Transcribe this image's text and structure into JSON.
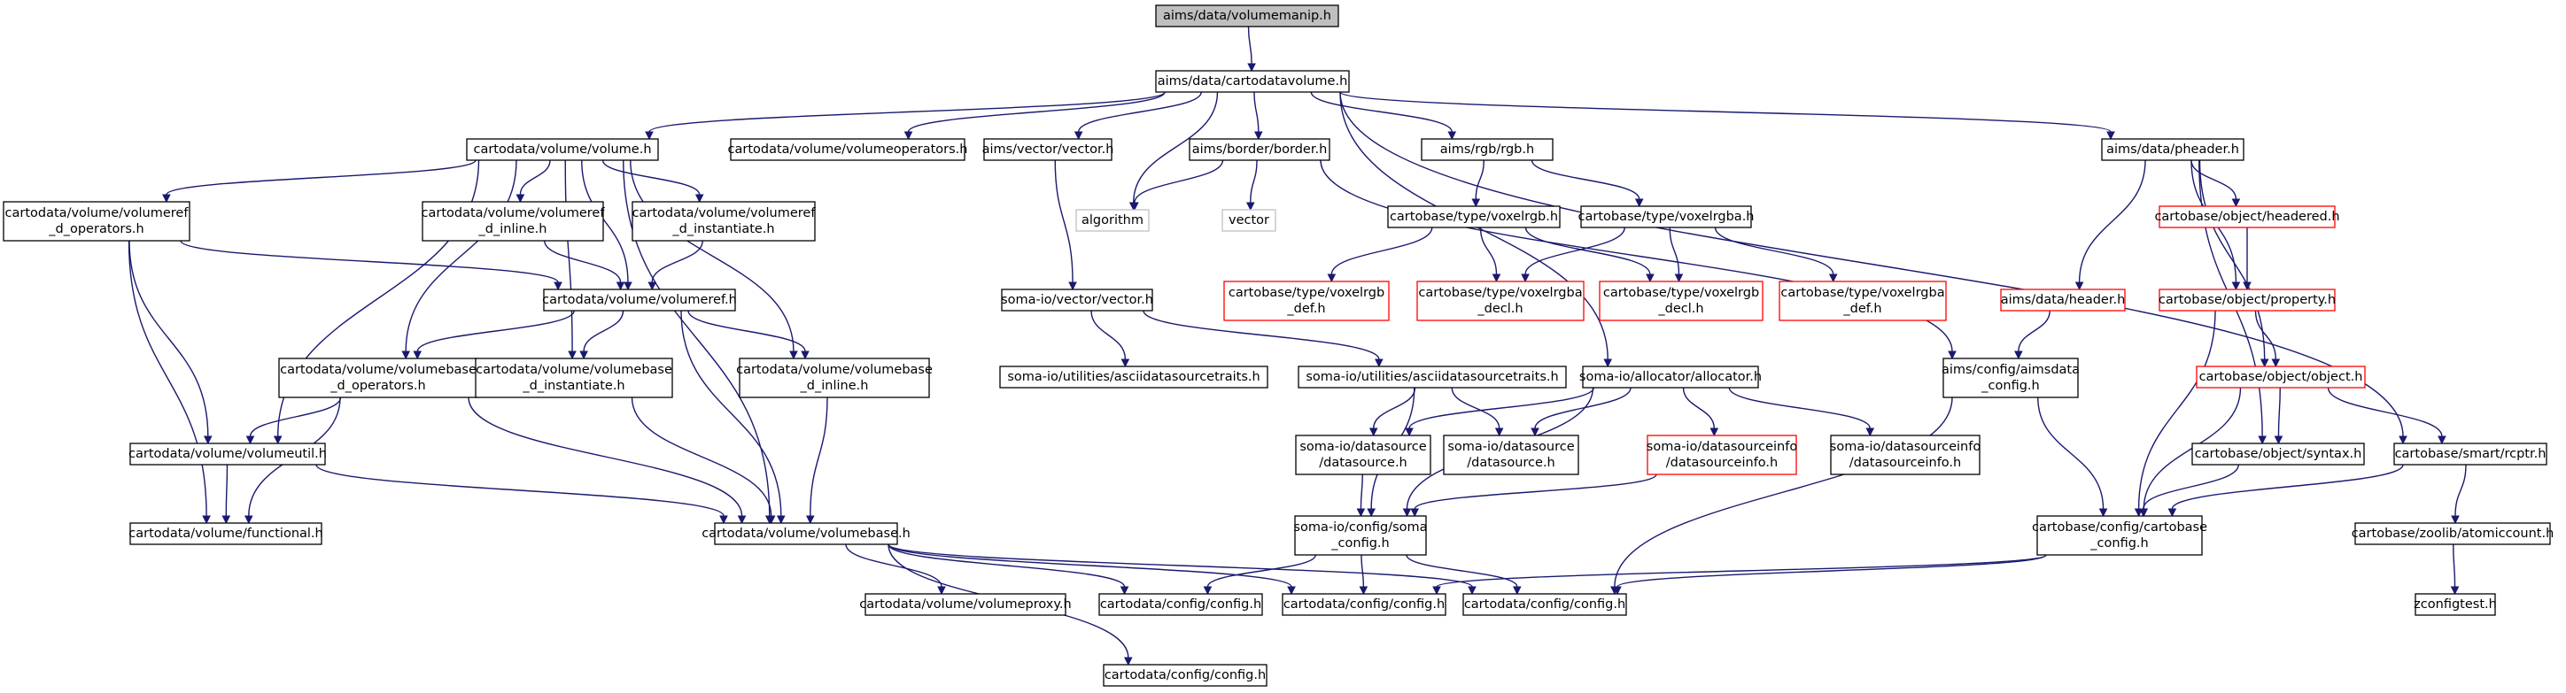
{
  "colors": {
    "edge": "#191970",
    "normal_border": "#000000",
    "missing_border": "#ff0000",
    "system_border": "#bfbfbf",
    "root_fill": "#bfbfbf"
  },
  "nodes": [
    {
      "id": "volumemanip",
      "lines": [
        "aims/data/volumemanip.h"
      ],
      "style": "root"
    },
    {
      "id": "cartodatavolume",
      "lines": [
        "aims/data/cartodatavolume.h"
      ],
      "style": "normal"
    },
    {
      "id": "volume",
      "lines": [
        "cartodata/volume/volume.h"
      ],
      "style": "normal"
    },
    {
      "id": "volumeoperators",
      "lines": [
        "cartodata/volume/volumeoperators.h"
      ],
      "style": "normal"
    },
    {
      "id": "vector",
      "lines": [
        "aims/vector/vector.h"
      ],
      "style": "normal"
    },
    {
      "id": "border",
      "lines": [
        "aims/border/border.h"
      ],
      "style": "normal"
    },
    {
      "id": "rgb",
      "lines": [
        "aims/rgb/rgb.h"
      ],
      "style": "normal"
    },
    {
      "id": "pheader",
      "lines": [
        "aims/data/pheader.h"
      ],
      "style": "normal"
    },
    {
      "id": "volumeref_d_operators",
      "lines": [
        "cartodata/volume/volumeref",
        "_d_operators.h"
      ],
      "style": "normal"
    },
    {
      "id": "volumeref_d_inline",
      "lines": [
        "cartodata/volume/volumeref",
        "_d_inline.h"
      ],
      "style": "normal"
    },
    {
      "id": "volumeref_d_instantiate",
      "lines": [
        "cartodata/volume/volumeref",
        "_d_instantiate.h"
      ],
      "style": "normal"
    },
    {
      "id": "algorithm",
      "lines": [
        "algorithm"
      ],
      "style": "system"
    },
    {
      "id": "stdvector",
      "lines": [
        "vector"
      ],
      "style": "system"
    },
    {
      "id": "voxelrgb",
      "lines": [
        "cartobase/type/voxelrgb.h"
      ],
      "style": "normal"
    },
    {
      "id": "voxelrgba",
      "lines": [
        "cartobase/type/voxelrgba.h"
      ],
      "style": "normal"
    },
    {
      "id": "headered",
      "lines": [
        "cartobase/object/headered.h"
      ],
      "style": "missing"
    },
    {
      "id": "volumeref",
      "lines": [
        "cartodata/volume/volumeref.h"
      ],
      "style": "normal"
    },
    {
      "id": "somavector",
      "lines": [
        "soma-io/vector/vector.h"
      ],
      "style": "normal"
    },
    {
      "id": "voxelrgb_def",
      "lines": [
        "cartobase/type/voxelrgb",
        "_def.h"
      ],
      "style": "missing"
    },
    {
      "id": "voxelrgba_decl",
      "lines": [
        "cartobase/type/voxelrgba",
        "_decl.h"
      ],
      "style": "missing"
    },
    {
      "id": "voxelrgb_decl",
      "lines": [
        "cartobase/type/voxelrgb",
        "_decl.h"
      ],
      "style": "missing"
    },
    {
      "id": "voxelrgba_def",
      "lines": [
        "cartobase/type/voxelrgba",
        "_def.h"
      ],
      "style": "missing"
    },
    {
      "id": "header",
      "lines": [
        "aims/data/header.h"
      ],
      "style": "missing"
    },
    {
      "id": "property",
      "lines": [
        "cartobase/object/property.h"
      ],
      "style": "missing"
    },
    {
      "id": "volumebase_d_operators",
      "lines": [
        "cartodata/volume/volumebase",
        "_d_operators.h"
      ],
      "style": "normal"
    },
    {
      "id": "volumebase_d_instantiate",
      "lines": [
        "cartodata/volume/volumebase",
        "_d_instantiate.h"
      ],
      "style": "normal"
    },
    {
      "id": "volumebase_d_inline",
      "lines": [
        "cartodata/volume/volumebase",
        "_d_inline.h"
      ],
      "style": "normal"
    },
    {
      "id": "asciitraits_a",
      "lines": [
        "soma-io/utilities/asciidatasourcetraits.h"
      ],
      "style": "normal"
    },
    {
      "id": "asciitraits_b",
      "lines": [
        "soma-io/utilities/asciidatasourcetraits.h"
      ],
      "style": "normal"
    },
    {
      "id": "allocator",
      "lines": [
        "soma-io/allocator/allocator.h"
      ],
      "style": "normal"
    },
    {
      "id": "aimsdata_config",
      "lines": [
        "aims/config/aimsdata",
        "_config.h"
      ],
      "style": "normal"
    },
    {
      "id": "object",
      "lines": [
        "cartobase/object/object.h"
      ],
      "style": "missing"
    },
    {
      "id": "volumeutil",
      "lines": [
        "cartodata/volume/volumeutil.h"
      ],
      "style": "normal"
    },
    {
      "id": "datasource_a",
      "lines": [
        "soma-io/datasource",
        "/datasource.h"
      ],
      "style": "normal"
    },
    {
      "id": "datasource_b",
      "lines": [
        "soma-io/datasource",
        "/datasource.h"
      ],
      "style": "normal"
    },
    {
      "id": "datasourceinfo_red",
      "lines": [
        "soma-io/datasourceinfo",
        "/datasourceinfo.h"
      ],
      "style": "missing"
    },
    {
      "id": "datasourceinfo_black",
      "lines": [
        "soma-io/datasourceinfo",
        "/datasourceinfo.h"
      ],
      "style": "normal"
    },
    {
      "id": "syntax",
      "lines": [
        "cartobase/object/syntax.h"
      ],
      "style": "normal"
    },
    {
      "id": "rcptr",
      "lines": [
        "cartobase/smart/rcptr.h"
      ],
      "style": "normal"
    },
    {
      "id": "functional",
      "lines": [
        "cartodata/volume/functional.h"
      ],
      "style": "normal"
    },
    {
      "id": "volumebase",
      "lines": [
        "cartodata/volume/volumebase.h"
      ],
      "style": "normal"
    },
    {
      "id": "soma_config",
      "lines": [
        "soma-io/config/soma",
        "_config.h"
      ],
      "style": "normal"
    },
    {
      "id": "cartobase_config",
      "lines": [
        "cartobase/config/cartobase",
        "_config.h"
      ],
      "style": "normal"
    },
    {
      "id": "atomiccount",
      "lines": [
        "cartobase/zoolib/atomiccount.h"
      ],
      "style": "normal"
    },
    {
      "id": "volumeproxy",
      "lines": [
        "cartodata/volume/volumeproxy.h"
      ],
      "style": "normal"
    },
    {
      "id": "config_1",
      "lines": [
        "cartodata/config/config.h"
      ],
      "style": "normal"
    },
    {
      "id": "config_2",
      "lines": [
        "cartodata/config/config.h"
      ],
      "style": "normal"
    },
    {
      "id": "config_3",
      "lines": [
        "cartodata/config/config.h"
      ],
      "style": "normal"
    },
    {
      "id": "zconfigtest",
      "lines": [
        "zconfigtest.h"
      ],
      "style": "normal"
    },
    {
      "id": "config_4",
      "lines": [
        "cartodata/config/config.h"
      ],
      "style": "normal"
    }
  ],
  "edges": [
    [
      "volumemanip",
      "cartodatavolume"
    ],
    [
      "cartodatavolume",
      "volume"
    ],
    [
      "cartodatavolume",
      "volumeoperators"
    ],
    [
      "cartodatavolume",
      "vector"
    ],
    [
      "cartodatavolume",
      "border"
    ],
    [
      "cartodatavolume",
      "rgb"
    ],
    [
      "cartodatavolume",
      "pheader"
    ],
    [
      "cartodatavolume",
      "algorithm"
    ],
    [
      "cartodatavolume",
      "allocator"
    ],
    [
      "cartodatavolume",
      "rcptr"
    ],
    [
      "volume",
      "volumeref_d_operators"
    ],
    [
      "volume",
      "volumeref_d_inline"
    ],
    [
      "volume",
      "volumeref_d_instantiate"
    ],
    [
      "volume",
      "volumeref"
    ],
    [
      "volume",
      "volumebase_d_operators"
    ],
    [
      "volume",
      "volumebase_d_instantiate"
    ],
    [
      "volume",
      "volumebase_d_inline"
    ],
    [
      "volume",
      "volumeutil"
    ],
    [
      "volume",
      "volumebase"
    ],
    [
      "volumeref_d_operators",
      "volumeref"
    ],
    [
      "volumeref_d_operators",
      "volumeutil"
    ],
    [
      "volumeref_d_operators",
      "functional"
    ],
    [
      "volumeref_d_inline",
      "volumeref"
    ],
    [
      "volumeref_d_instantiate",
      "volumeref"
    ],
    [
      "volumeref",
      "volumebase_d_operators"
    ],
    [
      "volumeref",
      "volumebase_d_instantiate"
    ],
    [
      "volumeref",
      "volumebase_d_inline"
    ],
    [
      "volumeref",
      "volumebase"
    ],
    [
      "volumebase_d_operators",
      "volumeutil"
    ],
    [
      "volumebase_d_operators",
      "functional"
    ],
    [
      "volumebase_d_operators",
      "volumebase"
    ],
    [
      "volumebase_d_instantiate",
      "volumebase"
    ],
    [
      "volumebase_d_inline",
      "volumebase"
    ],
    [
      "volumeutil",
      "functional"
    ],
    [
      "volumeutil",
      "volumebase"
    ],
    [
      "volumebase",
      "volumeproxy"
    ],
    [
      "volumebase",
      "config_1"
    ],
    [
      "volumebase",
      "config_2"
    ],
    [
      "volumebase",
      "config_3"
    ],
    [
      "volumebase",
      "config_4"
    ],
    [
      "vector",
      "somavector"
    ],
    [
      "somavector",
      "asciitraits_a"
    ],
    [
      "somavector",
      "asciitraits_b"
    ],
    [
      "asciitraits_b",
      "datasource_a"
    ],
    [
      "asciitraits_b",
      "datasource_b"
    ],
    [
      "asciitraits_b",
      "soma_config"
    ],
    [
      "border",
      "algorithm"
    ],
    [
      "border",
      "stdvector"
    ],
    [
      "border",
      "aimsdata_config"
    ],
    [
      "rgb",
      "voxelrgb"
    ],
    [
      "rgb",
      "voxelrgba"
    ],
    [
      "voxelrgb",
      "voxelrgb_def"
    ],
    [
      "voxelrgb",
      "voxelrgba_decl"
    ],
    [
      "voxelrgb",
      "voxelrgb_decl"
    ],
    [
      "voxelrgba",
      "voxelrgba_decl"
    ],
    [
      "voxelrgba",
      "voxelrgb_decl"
    ],
    [
      "voxelrgba",
      "voxelrgba_def"
    ],
    [
      "allocator",
      "datasource_a"
    ],
    [
      "allocator",
      "datasource_b"
    ],
    [
      "allocator",
      "datasourceinfo_red"
    ],
    [
      "allocator",
      "datasourceinfo_black"
    ],
    [
      "allocator",
      "soma_config"
    ],
    [
      "datasource_a",
      "soma_config"
    ],
    [
      "datasourceinfo_red",
      "soma_config"
    ],
    [
      "soma_config",
      "config_1"
    ],
    [
      "soma_config",
      "config_2"
    ],
    [
      "soma_config",
      "config_3"
    ],
    [
      "pheader",
      "headered"
    ],
    [
      "pheader",
      "header"
    ],
    [
      "pheader",
      "property"
    ],
    [
      "pheader",
      "object"
    ],
    [
      "pheader",
      "syntax"
    ],
    [
      "headered",
      "property"
    ],
    [
      "header",
      "aimsdata_config"
    ],
    [
      "property",
      "object"
    ],
    [
      "property",
      "cartobase_config"
    ],
    [
      "object",
      "syntax"
    ],
    [
      "object",
      "rcptr"
    ],
    [
      "object",
      "cartobase_config"
    ],
    [
      "aimsdata_config",
      "cartobase_config"
    ],
    [
      "aimsdata_config",
      "config_3"
    ],
    [
      "syntax",
      "cartobase_config"
    ],
    [
      "rcptr",
      "cartobase_config"
    ],
    [
      "rcptr",
      "atomiccount"
    ],
    [
      "atomiccount",
      "zconfigtest"
    ],
    [
      "cartobase_config",
      "config_2"
    ],
    [
      "cartobase_config",
      "config_3"
    ]
  ]
}
